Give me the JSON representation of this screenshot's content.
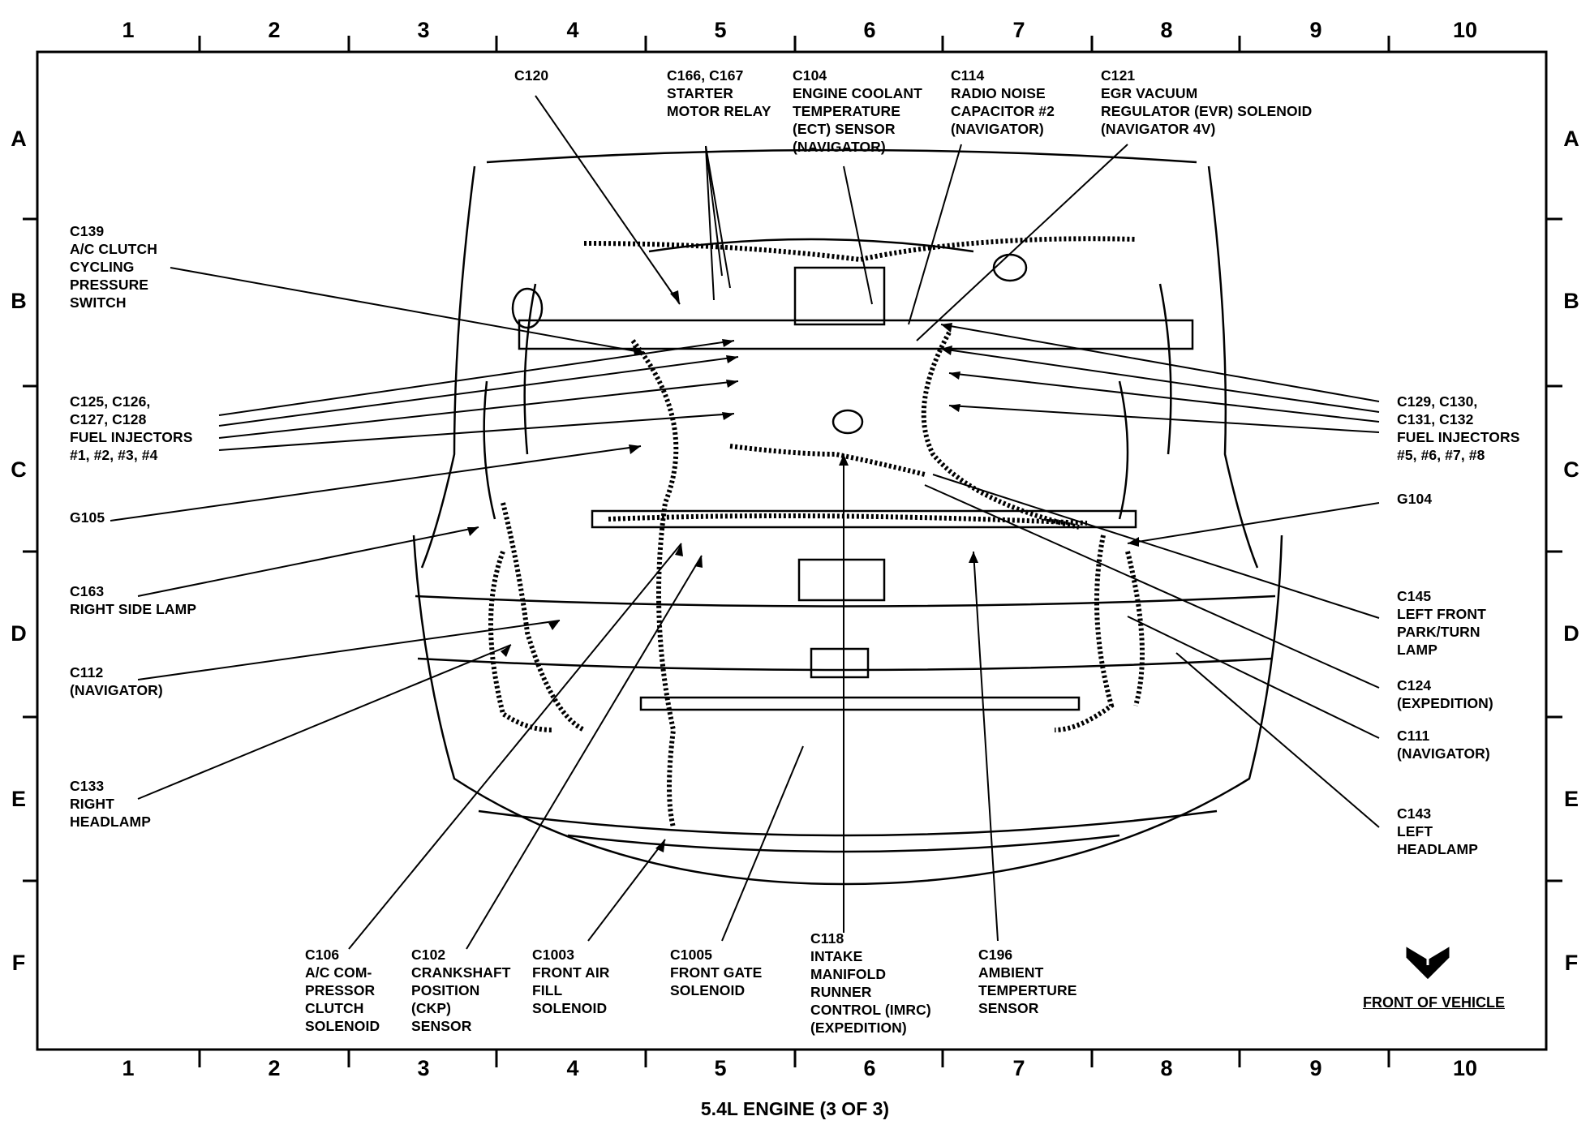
{
  "title": "5.4L ENGINE (3 OF 3)",
  "front_of_vehicle": "FRONT OF VEHICLE",
  "grid": {
    "columns": [
      "1",
      "2",
      "3",
      "4",
      "5",
      "6",
      "7",
      "8",
      "9",
      "10"
    ],
    "rows": [
      "A",
      "B",
      "C",
      "D",
      "E",
      "F"
    ]
  },
  "labels": [
    {
      "id": "c120",
      "text": "C120"
    },
    {
      "id": "c166",
      "text": "C166, C167\nSTARTER\nMOTOR RELAY"
    },
    {
      "id": "c104",
      "text": "C104\nENGINE COOLANT\nTEMPERATURE\n(ECT) SENSOR\n(NAVIGATOR)"
    },
    {
      "id": "c114",
      "text": "C114\nRADIO NOISE\nCAPACITOR #2\n(NAVIGATOR)"
    },
    {
      "id": "c121",
      "text": "C121\nEGR VACUUM\nREGULATOR (EVR) SOLENOID\n(NAVIGATOR 4V)"
    },
    {
      "id": "c139",
      "text": "C139\nA/C CLUTCH\nCYCLING\nPRESSURE\nSWITCH"
    },
    {
      "id": "c125",
      "text": "C125, C126,\nC127, C128\nFUEL INJECTORS\n#1, #2, #3, #4"
    },
    {
      "id": "c129",
      "text": "C129, C130,\nC131, C132\nFUEL INJECTORS\n#5, #6, #7, #8"
    },
    {
      "id": "g105",
      "text": "G105"
    },
    {
      "id": "g104",
      "text": "G104"
    },
    {
      "id": "c163",
      "text": "C163\nRIGHT SIDE LAMP"
    },
    {
      "id": "c145",
      "text": "C145\nLEFT FRONT\nPARK/TURN\nLAMP"
    },
    {
      "id": "c112",
      "text": "C112\n(NAVIGATOR)"
    },
    {
      "id": "c124",
      "text": "C124\n(EXPEDITION)"
    },
    {
      "id": "c111",
      "text": "C111\n(NAVIGATOR)"
    },
    {
      "id": "c133",
      "text": "C133\nRIGHT\nHEADLAMP"
    },
    {
      "id": "c143",
      "text": "C143\nLEFT\nHEADLAMP"
    },
    {
      "id": "c106",
      "text": "C106\nA/C COM-\nPRESSOR\nCLUTCH\nSOLENOID"
    },
    {
      "id": "c102",
      "text": "C102\nCRANKSHAFT\nPOSITION\n(CKP)\nSENSOR"
    },
    {
      "id": "c1003",
      "text": "C1003\nFRONT AIR\nFILL\nSOLENOID"
    },
    {
      "id": "c1005",
      "text": "C1005\nFRONT GATE\nSOLENOID"
    },
    {
      "id": "c118",
      "text": "C118\nINTAKE\nMANIFOLD\nRUNNER\nCONTROL (IMRC)\n(EXPEDITION)"
    },
    {
      "id": "c196",
      "text": "C196\nAMBIENT\nTEMPERTURE\nSENSOR"
    }
  ]
}
